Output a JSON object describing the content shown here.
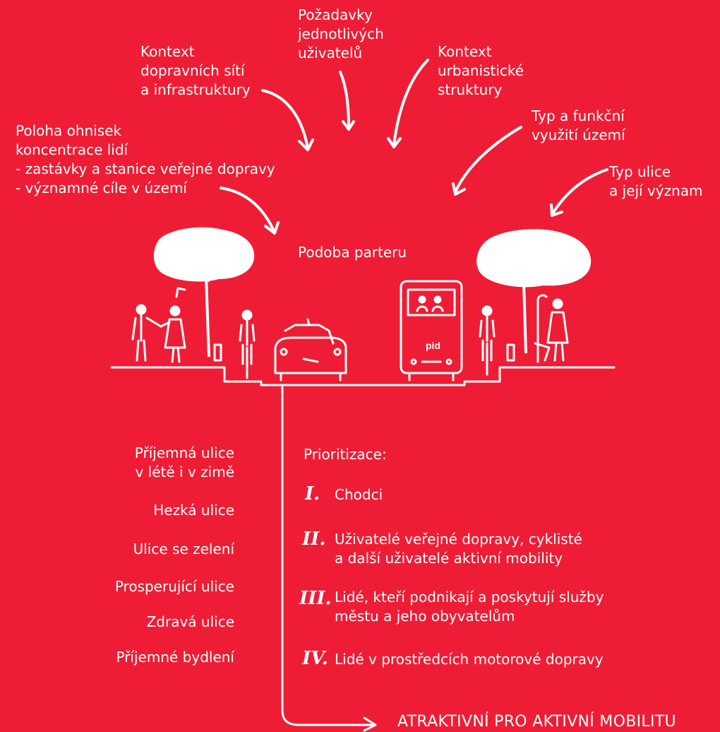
{
  "background_color": "#ee1d35",
  "influences": {
    "user_requirements": "Požadavky\njednotlivých\nuživatelů",
    "transport_context": "Kontext\ndopravních sítí\na infrastruktury",
    "urban_context": "Kontext\nurbanistické\nstruktury",
    "land_use": "Typ a funkční\nvyužití území",
    "street_type": "Typ ulice\na její význam",
    "foci": "Poloha ohnisek\nkoncentrace lidí\n- zastávky a stanice veřejné dopravy\n- významné cíle v území"
  },
  "center_label": "Podoba parteru",
  "bus_logo": "pid",
  "qualities": [
    "Příjemná ulice\nv létě i v zimě",
    "Hezká ulice",
    "Ulice se zelení",
    "Prosperující ulice",
    "Zdravá ulice",
    "Příjemné bydlení"
  ],
  "prioritization": {
    "title": "Prioritizace:",
    "items": [
      {
        "num": "I.",
        "text": "Chodci"
      },
      {
        "num": "II.",
        "text": "Uživatelé veřejné dopravy, cyklisté\na další uživatelé aktivní mobility"
      },
      {
        "num": "III.",
        "text": "Lidé, kteří podnikají a poskytují služby\nměstu a jeho obyvatelům"
      },
      {
        "num": "IV.",
        "text": "Lidé v prostředcích motorové dopravy"
      }
    ]
  },
  "footer": "ATRAKTIVNÍ PRO AKTIVNÍ MOBILITU"
}
